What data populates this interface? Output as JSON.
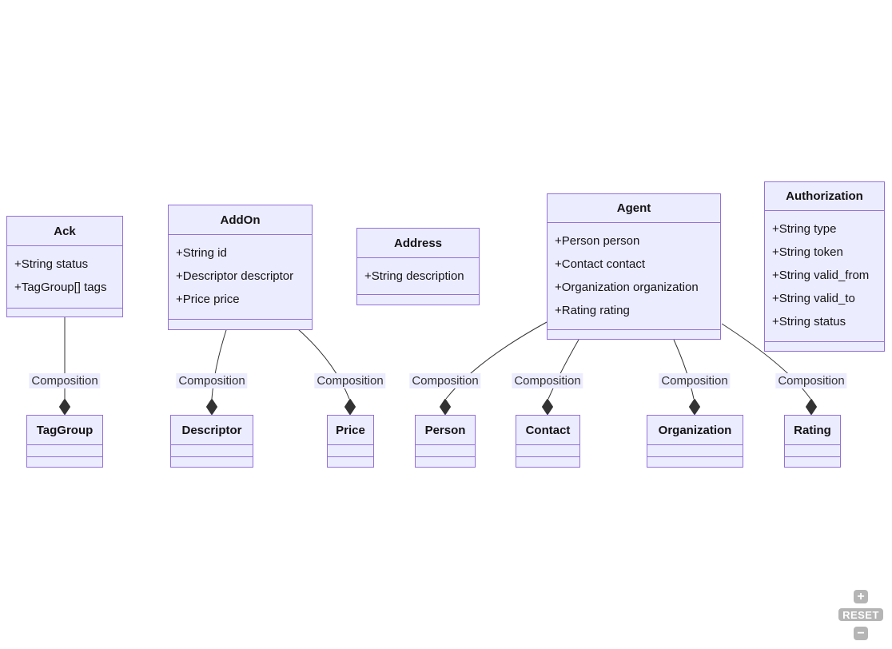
{
  "diagram": {
    "classes": [
      {
        "name": "Ack",
        "attributes": [
          "+String status",
          "+TagGroup[] tags"
        ]
      },
      {
        "name": "AddOn",
        "attributes": [
          "+String id",
          "+Descriptor descriptor",
          "+Price price"
        ]
      },
      {
        "name": "Address",
        "attributes": [
          "+String description"
        ]
      },
      {
        "name": "Agent",
        "attributes": [
          "+Person person",
          "+Contact contact",
          "+Organization organization",
          "+Rating rating"
        ]
      },
      {
        "name": "Authorization",
        "attributes": [
          "+String type",
          "+String token",
          "+String valid_from",
          "+String valid_to",
          "+String status"
        ]
      },
      {
        "name": "TagGroup",
        "attributes": []
      },
      {
        "name": "Descriptor",
        "attributes": []
      },
      {
        "name": "Price",
        "attributes": []
      },
      {
        "name": "Person",
        "attributes": []
      },
      {
        "name": "Contact",
        "attributes": []
      },
      {
        "name": "Organization",
        "attributes": []
      },
      {
        "name": "Rating",
        "attributes": []
      }
    ],
    "edges": [
      {
        "from": "Ack",
        "to": "TagGroup",
        "label": "Composition",
        "type": "composition"
      },
      {
        "from": "AddOn",
        "to": "Descriptor",
        "label": "Composition",
        "type": "composition"
      },
      {
        "from": "AddOn",
        "to": "Price",
        "label": "Composition",
        "type": "composition"
      },
      {
        "from": "Agent",
        "to": "Person",
        "label": "Composition",
        "type": "composition"
      },
      {
        "from": "Agent",
        "to": "Contact",
        "label": "Composition",
        "type": "composition"
      },
      {
        "from": "Agent",
        "to": "Organization",
        "label": "Composition",
        "type": "composition"
      },
      {
        "from": "Agent",
        "to": "Rating",
        "label": "Composition",
        "type": "composition"
      }
    ],
    "colors": {
      "node_fill": "#ECECFF",
      "node_border": "#9370DB",
      "edge_line": "#333333",
      "diamond_fill": "#333333",
      "label_background": "#ECECFF",
      "text": "#131316"
    }
  },
  "controls": {
    "zoom_in_icon": "+",
    "reset_label": "RESET",
    "zoom_out_icon": "−"
  }
}
